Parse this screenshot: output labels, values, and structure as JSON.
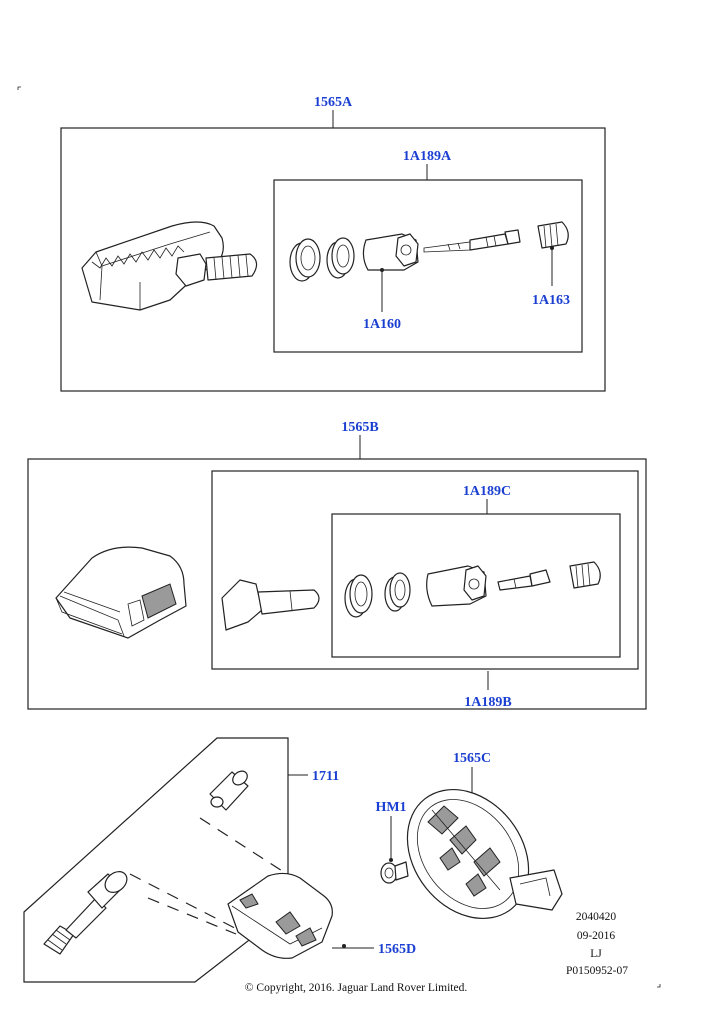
{
  "callouts": {
    "c1565A": "1565A",
    "c1A189A": "1A189A",
    "c1A160": "1A160",
    "c1A163": "1A163",
    "c1565B": "1565B",
    "c1A189C": "1A189C",
    "c1A189B": "1A189B",
    "c1711": "1711",
    "c1565C": "1565C",
    "cHM1": "HM1",
    "c1565D": "1565D"
  },
  "meta": {
    "line1": "2040420",
    "line2": "09-2016",
    "line3": "LJ",
    "line4": "P0150952-07"
  },
  "copyright": "© Copyright, 2016. Jaguar Land Rover Limited.",
  "colors": {
    "callout": "#1a3fd1",
    "line": "#222222"
  }
}
